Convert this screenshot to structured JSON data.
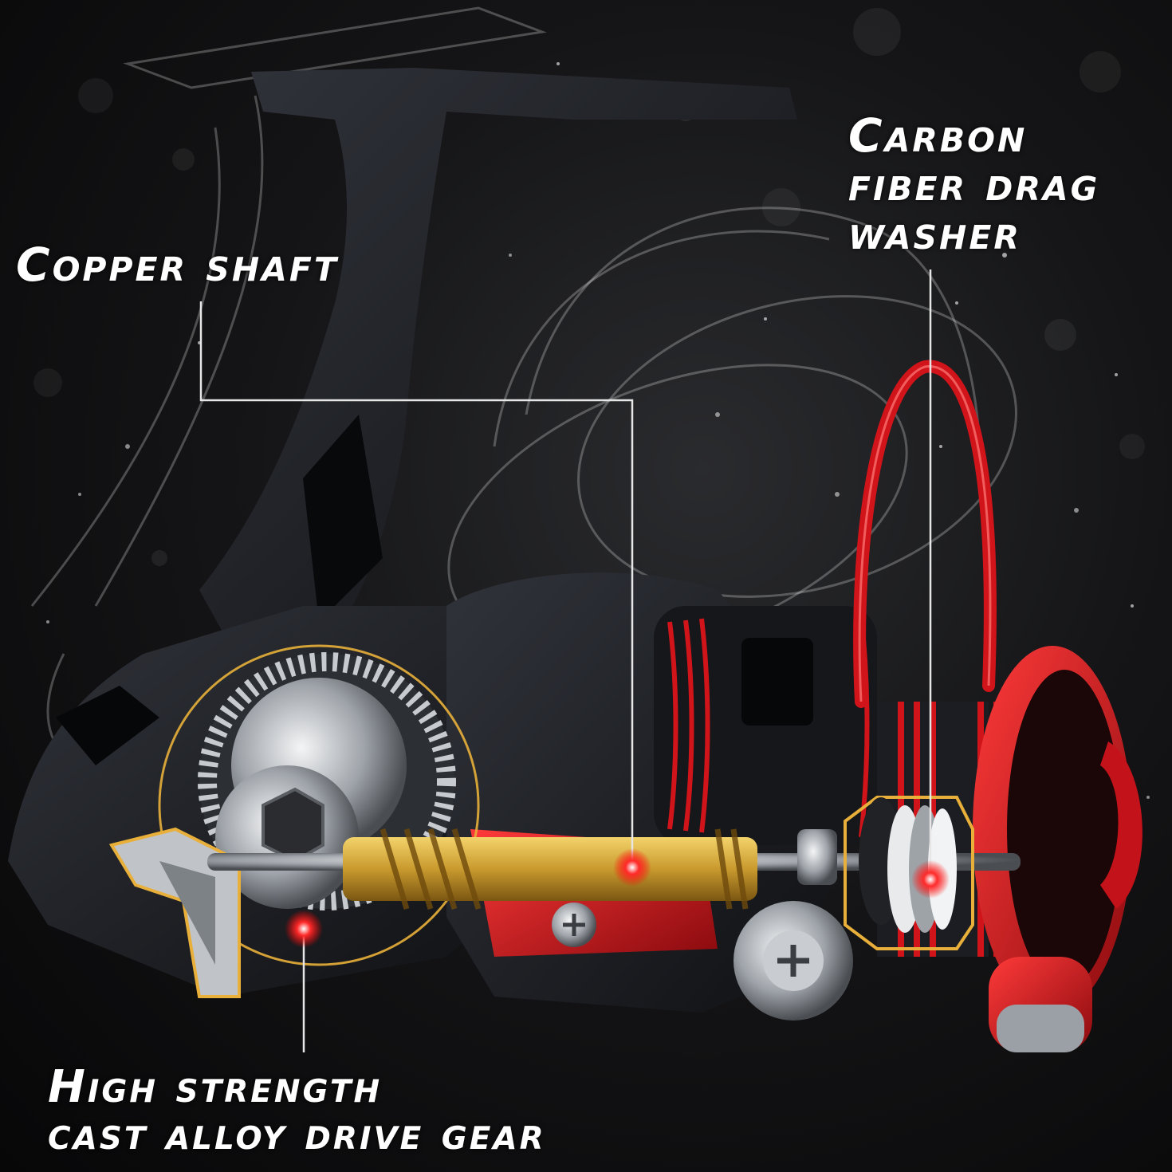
{
  "callouts": {
    "copper_shaft": {
      "line1": "Copper shaft"
    },
    "carbon_washer": {
      "line1": "Carbon",
      "line2": "fiber drag",
      "line3": "washer"
    },
    "drive_gear": {
      "line1": "High strength",
      "line2": "cast alloy drive gear"
    }
  },
  "colors": {
    "reel_red": "#d0141a",
    "reel_black": "#1b1d22",
    "brass": "#c99a2e",
    "chrome": "#bfc3c8",
    "marker_red": "#ff1a1a",
    "outline_gold": "#e8b03a"
  }
}
